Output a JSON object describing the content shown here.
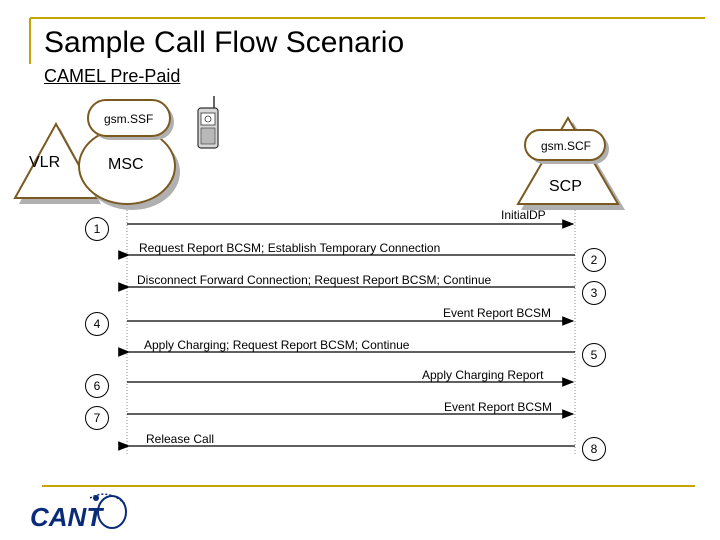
{
  "slide": {
    "title": "Sample Call Flow Scenario",
    "subtitle": "CAMEL Pre-Paid"
  },
  "nodes": {
    "gsm_ssf": "gsm.SSF",
    "vlr": "VLR",
    "msc": "MSC",
    "gsm_scf": "gsm.SCF",
    "scp": "SCP"
  },
  "messages": [
    {
      "label": "InitialDP",
      "step": "1",
      "direction": "right"
    },
    {
      "label": "Request Report BCSM; Establish Temporary Connection",
      "step": "2",
      "direction": "left"
    },
    {
      "label": "Disconnect Forward Connection; Request Report BCSM; Continue",
      "step": "3",
      "direction": "left"
    },
    {
      "label": "Event Report BCSM",
      "step": "4",
      "direction": "right"
    },
    {
      "label": "Apply Charging; Request Report BCSM; Continue",
      "step": "5",
      "direction": "left"
    },
    {
      "label": "Apply Charging Report",
      "step": "6",
      "direction": "right"
    },
    {
      "label": "Event Report BCSM",
      "step": "7",
      "direction": "right"
    },
    {
      "label": "Release Call",
      "step": "8",
      "direction": "left"
    }
  ],
  "logo": {
    "text": "CANT"
  },
  "colors": {
    "frame": "#c8a400",
    "node_fill": "#ffffff",
    "shadow": "#b0b0b0",
    "line": "#000000"
  }
}
